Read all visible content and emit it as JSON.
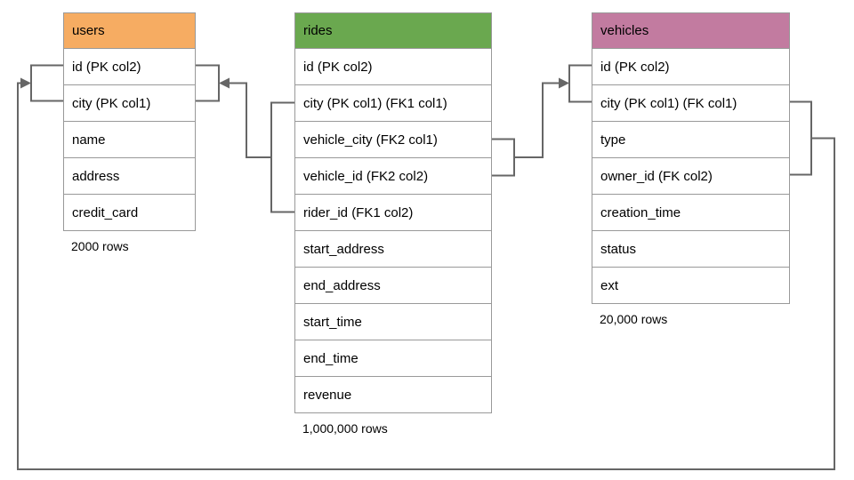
{
  "colors": {
    "users_header": "#f6ac62",
    "rides_header": "#6aa84f",
    "vehicles_header": "#c27ba0",
    "table_border": "#999999",
    "connector": "#666666"
  },
  "tables": [
    {
      "id": "users",
      "name": "users",
      "header_color": "#f6ac62",
      "columns": [
        "id (PK col2)",
        "city (PK col1)",
        "name",
        "address",
        "credit_card"
      ],
      "row_count": "2000 rows"
    },
    {
      "id": "rides",
      "name": "rides",
      "header_color": "#6aa84f",
      "columns": [
        "id (PK col2)",
        "city (PK col1) (FK1 col1)",
        "vehicle_city (FK2 col1)",
        "vehicle_id (FK2 col2)",
        "rider_id (FK1 col2)",
        "start_address",
        "end_address",
        "start_time",
        "end_time",
        "revenue"
      ],
      "row_count": "1,000,000 rows"
    },
    {
      "id": "vehicles",
      "name": "vehicles",
      "header_color": "#c27ba0",
      "columns": [
        "id (PK col2)",
        "city (PK col1) (FK col1)",
        "type",
        "owner_id (FK col2)",
        "creation_time",
        "status",
        "ext"
      ],
      "row_count": "20,000 rows"
    }
  ],
  "relationships": [
    {
      "key": "FK1",
      "from_table": "rides",
      "from_columns": [
        "city (PK col1) (FK1 col1)",
        "rider_id (FK1 col2)"
      ],
      "to_table": "users",
      "to_columns": [
        "id (PK col2)",
        "city (PK col1)"
      ]
    },
    {
      "key": "FK2",
      "from_table": "rides",
      "from_columns": [
        "vehicle_city (FK2 col1)",
        "vehicle_id (FK2 col2)"
      ],
      "to_table": "vehicles",
      "to_columns": [
        "id (PK col2)",
        "city (PK col1) (FK col1)"
      ]
    },
    {
      "key": "FK",
      "from_table": "vehicles",
      "from_columns": [
        "city (PK col1) (FK col1)",
        "owner_id (FK col2)"
      ],
      "to_table": "users",
      "to_columns": [
        "id (PK col2)",
        "city (PK col1)"
      ]
    }
  ]
}
